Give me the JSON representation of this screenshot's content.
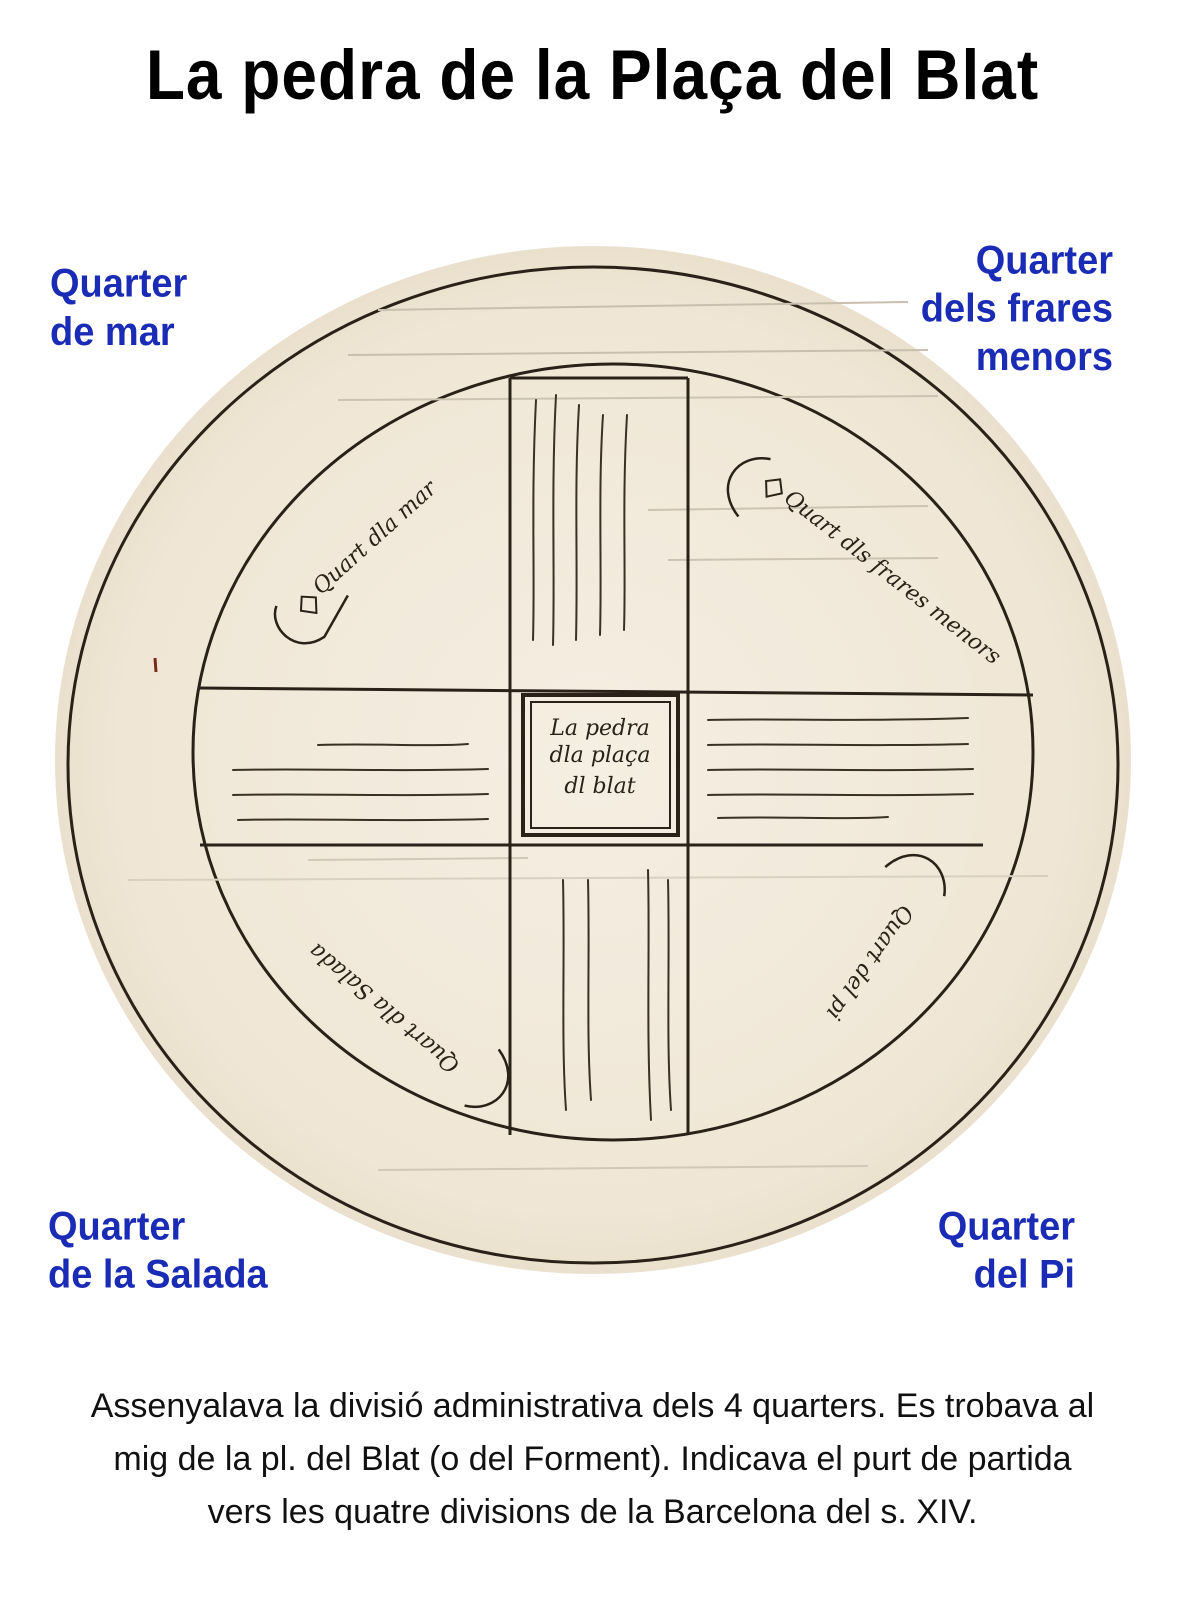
{
  "title": "La pedra de la Plaça del Blat",
  "quarters": {
    "top_left": [
      "Quarter",
      "de mar"
    ],
    "top_right": [
      "Quarter",
      "dels frares",
      "menors"
    ],
    "bottom_left": [
      "Quarter",
      "de la Salada"
    ],
    "bottom_right": [
      "Quarter",
      "del Pi"
    ]
  },
  "stone": {
    "center": [
      "La pedra",
      "dla plaça",
      "dl blat"
    ],
    "labels": {
      "mar": "Quart dla mar",
      "frares": "Quart dls frares menors",
      "salada": "Quart dla Salada",
      "pi": "Quart del pi"
    }
  },
  "caption": [
    "Assenyalava la divisió administrativa dels 4 quarters. Es trobava al",
    "mig de la pl. del Blat (o del Forment). Indicava el purt de partida",
    "vers les quatre divisions de la Barcelona del s. XIV."
  ],
  "colors": {
    "quarter_label": "#1a2bb5",
    "paper": "#f1e9da",
    "ink": "#2a2218"
  }
}
